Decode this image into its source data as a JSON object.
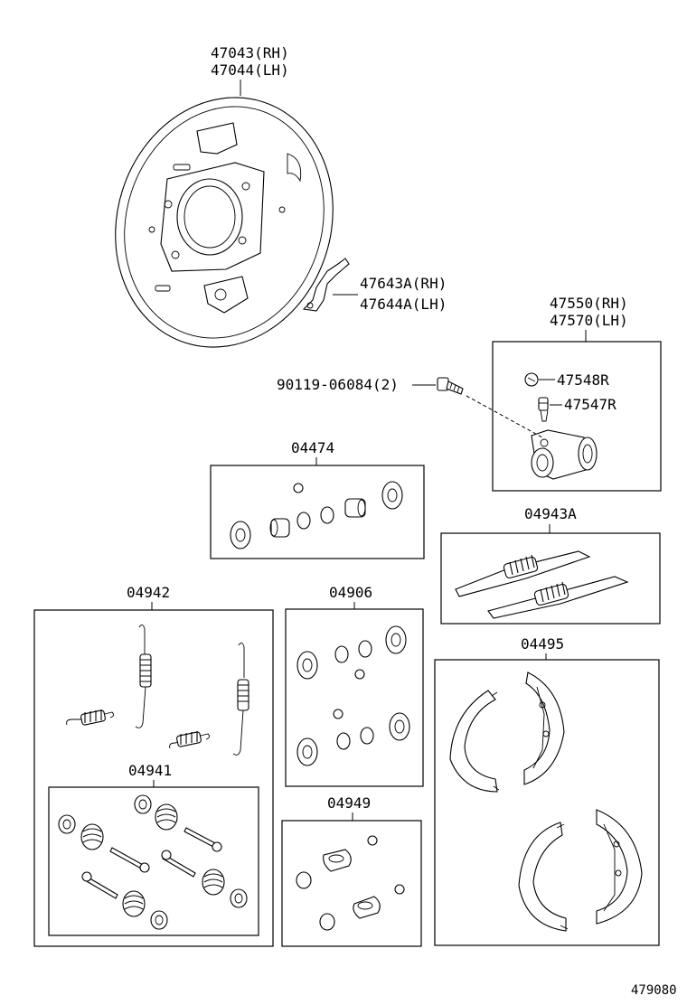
{
  "labels": {
    "backing_plate_rh": "47043(RH)",
    "backing_plate_lh": "47044(LH)",
    "lever_rh": "47643A(RH)",
    "lever_lh": "47644A(LH)",
    "cylinder_rh": "47550(RH)",
    "cylinder_lh": "47570(LH)",
    "bleeder_cap": "47548R",
    "bleeder_plug": "47547R",
    "bolt": "90119-06084(2)",
    "cylinder_kit": "04474",
    "adjuster_kit": "04943A",
    "spring_kit": "04942",
    "repair_kit": "04906",
    "hold_down_kit": "04941",
    "cup_kit": "04949",
    "shoe_kit": "04495",
    "diagram_id": "479080"
  }
}
